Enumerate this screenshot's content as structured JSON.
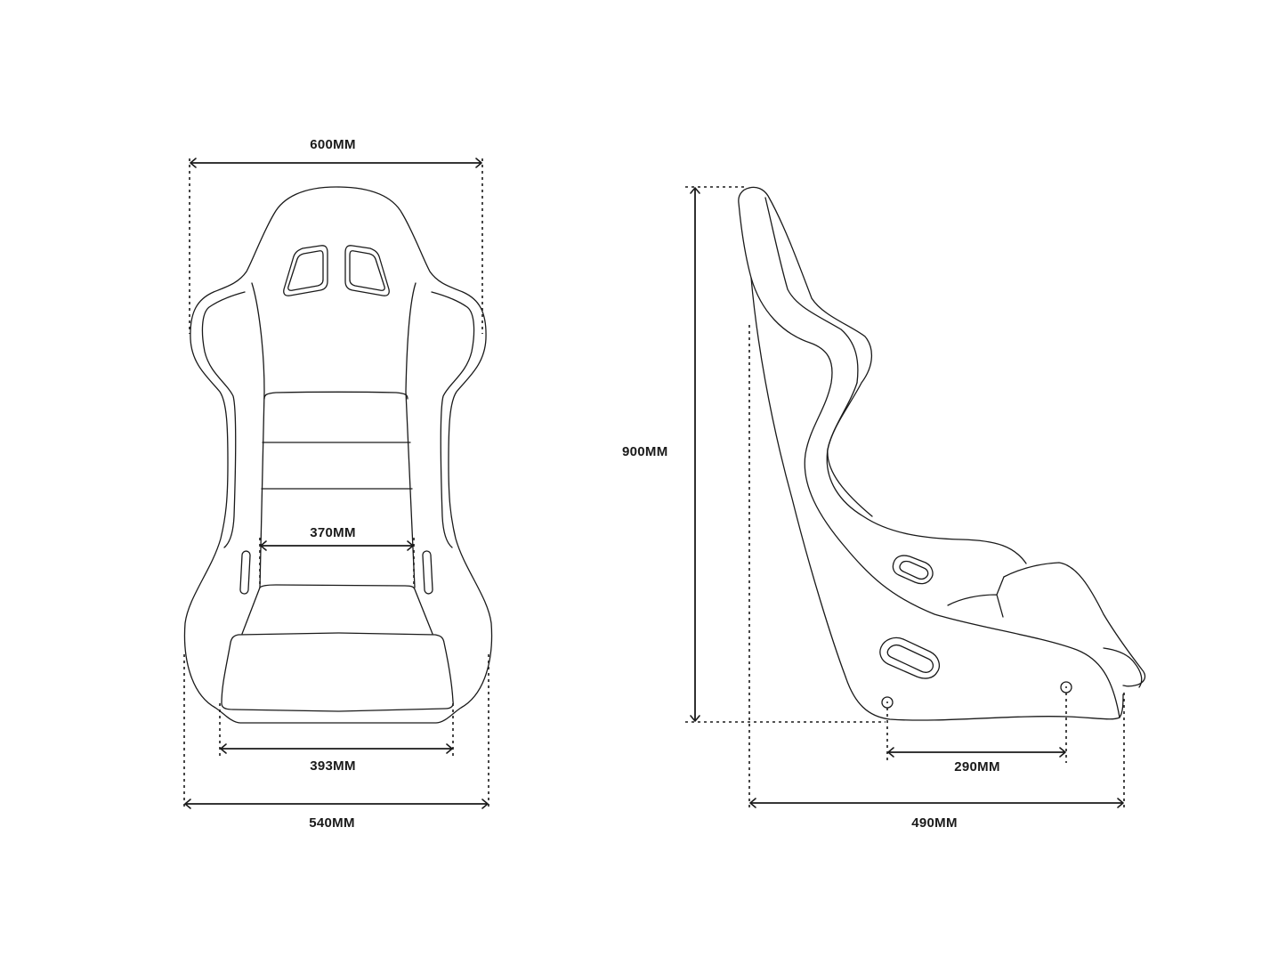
{
  "diagram": {
    "subject": "Bucket racing seat dimension drawing",
    "colors": {
      "background": "#ffffff",
      "line": "#1a1a1a"
    },
    "front_view": {
      "dimensions": {
        "top_width": "600MM",
        "inner_seat_width": "370MM",
        "seat_cushion_width": "393MM",
        "base_width": "540MM"
      }
    },
    "side_view": {
      "dimensions": {
        "height": "900MM",
        "mount_spacing": "290MM",
        "depth": "490MM"
      }
    }
  }
}
